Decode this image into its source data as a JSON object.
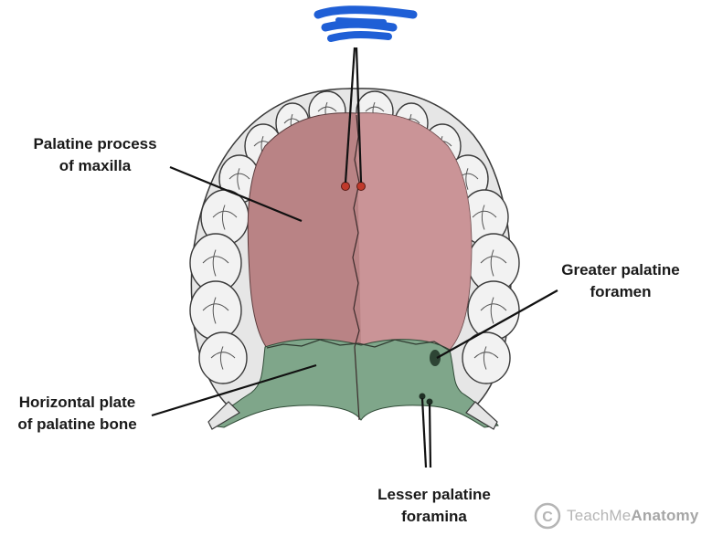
{
  "labels": {
    "palatine_process": [
      "Palatine process",
      "of maxilla"
    ],
    "greater_foramen": [
      "Greater palatine",
      "foramen"
    ],
    "horizontal_plate": [
      "Horizontal plate",
      "of palatine bone"
    ],
    "lesser_foramina": [
      "Lesser palatine",
      "foramina"
    ]
  },
  "watermark": {
    "prefix": "TeachMe",
    "brand": "Anatomy",
    "symbol": "C"
  },
  "colors": {
    "maxilla_fill": "#b98385",
    "palatine_fill": "#7fa68a",
    "tooth_fill": "#f2f2f2",
    "bone_fill": "#e9e9e9",
    "outline": "#3a3a3a",
    "redaction": "#1f5fd6",
    "pointer": "#111111",
    "watermark": "#b5b5b5"
  }
}
